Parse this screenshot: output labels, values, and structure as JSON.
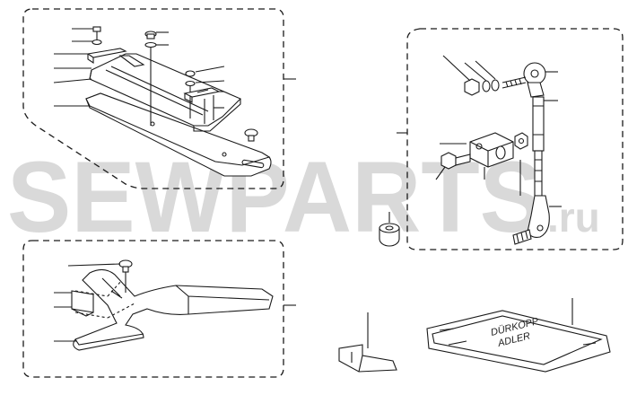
{
  "watermark": {
    "text": "SEWPARTS",
    "suffix": ".ru",
    "color": "#d9d9d9"
  },
  "package_lines": [
    "DÜRKOPP",
    "ADLER"
  ],
  "groups": [
    "upper-left-plate-assembly",
    "right-linkage-assembly",
    "lower-left-fork-assembly"
  ],
  "loose_parts": [
    "rubber-bushing",
    "small-guide-plate",
    "spare-parts-package"
  ],
  "colors": {
    "line": "#1a1a1a",
    "background": "#ffffff"
  }
}
